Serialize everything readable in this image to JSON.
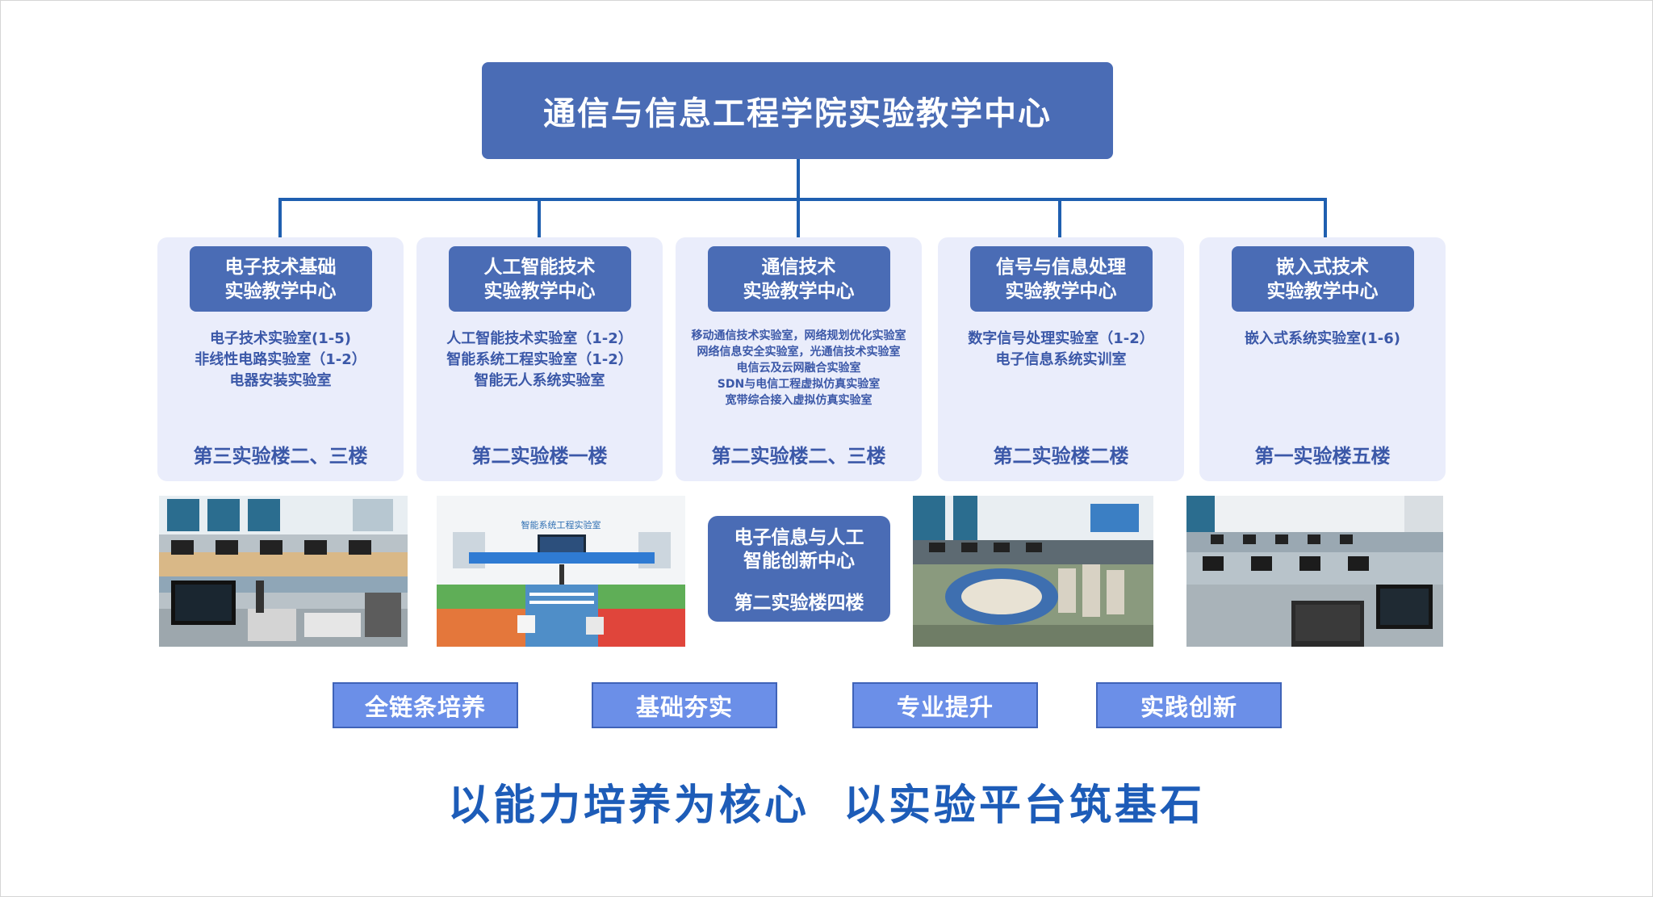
{
  "title": "通信与信息工程学院实验教学中心",
  "centers": [
    {
      "name_line1": "电子技术基础",
      "name_line2": "实验教学中心",
      "labs": [
        "电子技术实验室(1-5)",
        "非线性电路实验室（1-2）",
        "电器安装实验室"
      ],
      "building": "第三实验楼二、三楼"
    },
    {
      "name_line1": "人工智能技术",
      "name_line2": "实验教学中心",
      "labs": [
        "人工智能技术实验室（1-2）",
        "智能系统工程实验室（1-2）",
        "智能无人系统实验室"
      ],
      "building": "第二实验楼一楼"
    },
    {
      "name_line1": "通信技术",
      "name_line2": "实验教学中心",
      "labs": [
        "移动通信技术实验室，网络规划优化实验室",
        "网络信息安全实验室，光通信技术实验室",
        "电信云及云网融合实验室",
        "SDN与电信工程虚拟仿真实验室",
        "宽带综合接入虚拟仿真实验室"
      ],
      "building": "第二实验楼二、三楼"
    },
    {
      "name_line1": "信号与信息处理",
      "name_line2": "实验教学中心",
      "labs": [
        "数字信号处理实验室（1-2）",
        "电子信息系统实训室"
      ],
      "building": "第二实验楼二楼"
    },
    {
      "name_line1": "嵌入式技术",
      "name_line2": "实验教学中心",
      "labs": [
        "嵌入式系统实验室(1-6)"
      ],
      "building": "第一实验楼五楼"
    }
  ],
  "photos": {
    "photo2_sign": "智能系统工程实验室"
  },
  "innovation": {
    "line1": "电子信息与人工",
    "line2": "智能创新中心",
    "location": "第二实验楼四楼"
  },
  "pillars": [
    "全链条培养",
    "基础夯实",
    "专业提升",
    "实践创新"
  ],
  "slogan": "以能力培养为核心 以实验平台筑基石",
  "colors": {
    "box_blue": "#4a6cb5",
    "panel_bg": "#eaedfb",
    "text_blue": "#3b58a8",
    "line_blue": "#1f5fb0",
    "pill_blue": "#6b8fe8",
    "slogan_blue": "#1d5cb8"
  }
}
